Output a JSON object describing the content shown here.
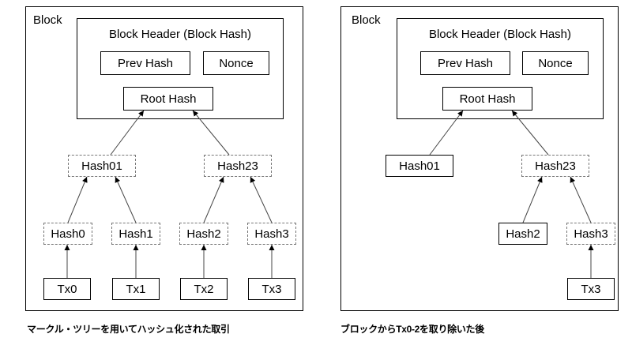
{
  "left": {
    "block_label": "Block",
    "header_title": "Block Header (Block Hash)",
    "prev_hash": "Prev Hash",
    "nonce": "Nonce",
    "root_hash": "Root Hash",
    "hash01": "Hash01",
    "hash23": "Hash23",
    "hash0": "Hash0",
    "hash1": "Hash1",
    "hash2": "Hash2",
    "hash3": "Hash3",
    "tx0": "Tx0",
    "tx1": "Tx1",
    "tx2": "Tx2",
    "tx3": "Tx3",
    "caption": "マークル・ツリーを用いてハッシュ化された取引"
  },
  "right": {
    "block_label": "Block",
    "header_title": "Block Header (Block Hash)",
    "prev_hash": "Prev Hash",
    "nonce": "Nonce",
    "root_hash": "Root Hash",
    "hash01": "Hash01",
    "hash23": "Hash23",
    "hash2": "Hash2",
    "hash3": "Hash3",
    "tx3": "Tx3",
    "caption": "ブロックからTx0-2を取り除いた後"
  }
}
